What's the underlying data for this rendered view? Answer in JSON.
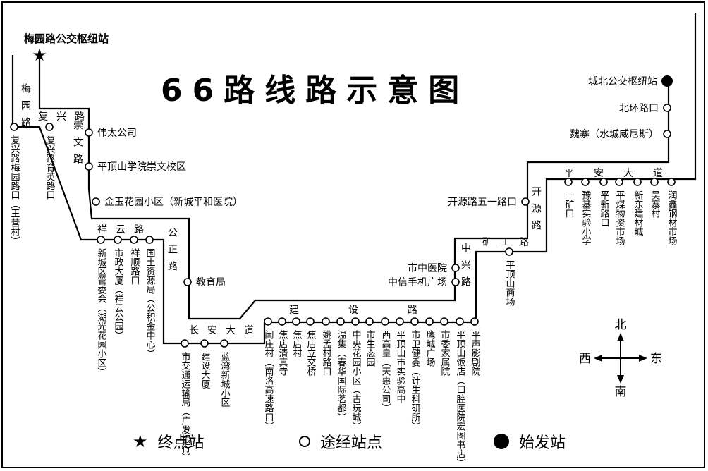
{
  "title": "66路线路示意图",
  "terminals": {
    "end": "梅园路公交枢纽站",
    "start": "城北公交枢纽站"
  },
  "roads": {
    "meiyuan": "梅园路",
    "fuxing": "复兴路",
    "chongwen": "崇文路",
    "xiangyun": "祥云路",
    "gongzheng": "公正路",
    "changan": "长安大道",
    "jianshe": "建设路",
    "zhongxing": "中兴路",
    "kuanggong": "矿工路",
    "kaiyuan": "开源路",
    "pingan": "平安大道"
  },
  "stops": [
    {
      "id": "s1",
      "name": "复兴路梅园路口（王营村）"
    },
    {
      "id": "s2",
      "name": "复兴路育英路口"
    },
    {
      "id": "s3",
      "name": "伟太公司"
    },
    {
      "id": "s4",
      "name": "平顶山学院崇文校区"
    },
    {
      "id": "s5",
      "name": "金玉花园小区（新城平和医院）"
    },
    {
      "id": "s6",
      "name": "新城区管委会（湖光花园小区）"
    },
    {
      "id": "s7",
      "name": "市政大厦（祥云公园）"
    },
    {
      "id": "s8",
      "name": "祥顺路口"
    },
    {
      "id": "s9",
      "name": "国土资源局（公积金中心）"
    },
    {
      "id": "s10",
      "name": "教育局"
    },
    {
      "id": "s11",
      "name": "市交通运输局（广发银行）"
    },
    {
      "id": "s12",
      "name": "建设大厦"
    },
    {
      "id": "s13",
      "name": "蓝湾新城小区"
    },
    {
      "id": "s14",
      "name": "闫庄村（南洛高速路口）"
    },
    {
      "id": "s15",
      "name": "焦店清真寺"
    },
    {
      "id": "s16",
      "name": "焦店村"
    },
    {
      "id": "s17",
      "name": "焦店立交桥"
    },
    {
      "id": "s18",
      "name": "姚孟村路口"
    },
    {
      "id": "s19",
      "name": "温集（春华国际茗都）"
    },
    {
      "id": "s20",
      "name": "中央花园小区（古玩城）"
    },
    {
      "id": "s21",
      "name": "市生态园"
    },
    {
      "id": "s22",
      "name": "西高皇（天惠公司）"
    },
    {
      "id": "s23",
      "name": "平顶山市实验高中"
    },
    {
      "id": "s24",
      "name": "市卫健委（计生科研所）"
    },
    {
      "id": "s25",
      "name": "鹰城广场"
    },
    {
      "id": "s26",
      "name": "市委家属院"
    },
    {
      "id": "s27",
      "name": "平顶山饭店（口腔医院宏图书店）"
    },
    {
      "id": "s28",
      "name": "平声影剧院"
    },
    {
      "id": "s29",
      "name": "中信手机广场"
    },
    {
      "id": "s30",
      "name": "市中医院"
    },
    {
      "id": "s31",
      "name": "平顶山商场"
    },
    {
      "id": "s32",
      "name": "开源路五一路口"
    },
    {
      "id": "s33",
      "name": "一矿口"
    },
    {
      "id": "s34",
      "name": "豫基实验小学"
    },
    {
      "id": "s35",
      "name": "平新路口"
    },
    {
      "id": "s36",
      "name": "平煤物资市场"
    },
    {
      "id": "s37",
      "name": "新东建材城"
    },
    {
      "id": "s38",
      "name": "吴寨村"
    },
    {
      "id": "s39",
      "name": "润鑫钢材市场"
    },
    {
      "id": "s40",
      "name": "魏寨（水城威尼斯）"
    },
    {
      "id": "s41",
      "name": "北环路口"
    }
  ],
  "compass": {
    "north": "北",
    "south": "南",
    "east": "东",
    "west": "西"
  },
  "legend": {
    "end": "终点站",
    "via": "途经站点",
    "start": "始发站"
  }
}
